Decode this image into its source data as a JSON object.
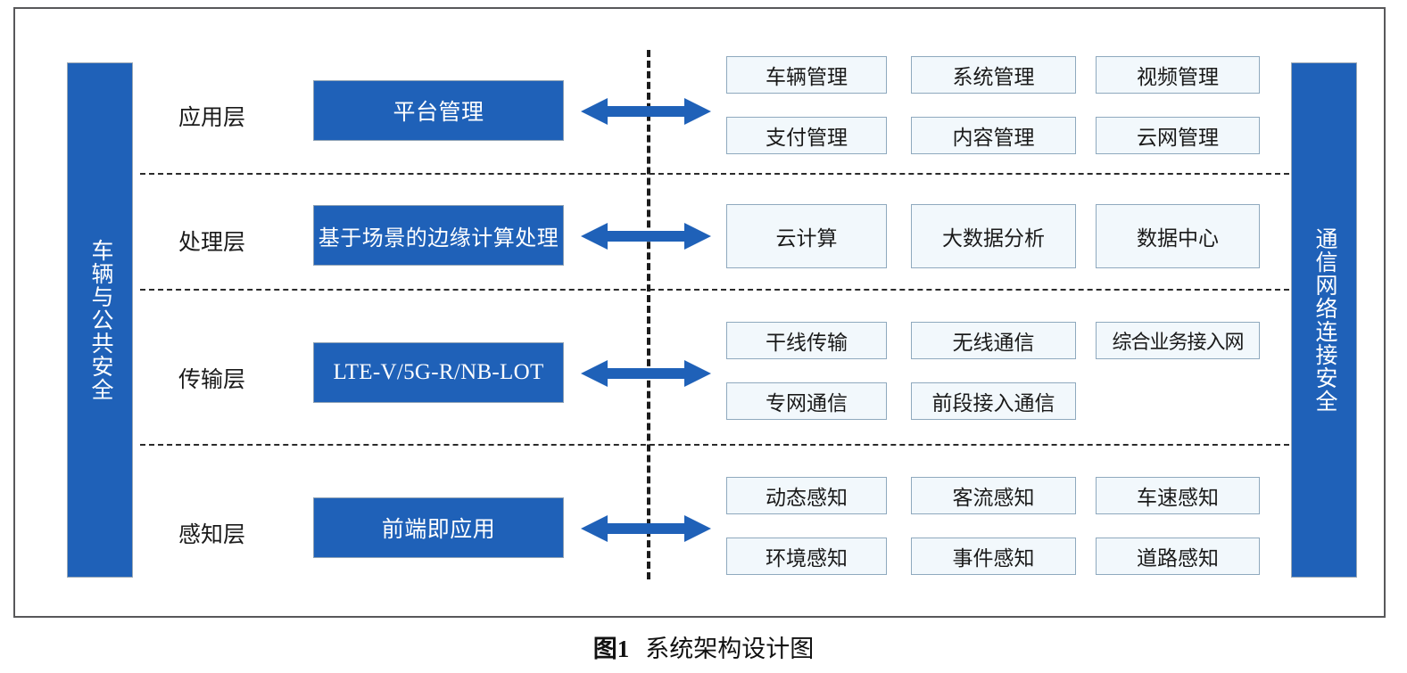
{
  "figure": {
    "caption_number": "图1",
    "caption_text": "系统架构设计图"
  },
  "sidebars": {
    "left": {
      "label": "车辆与公共安全"
    },
    "right": {
      "label": "通信网络连接安全"
    }
  },
  "colors": {
    "primary_blue": "#1F61B8",
    "light_box_fill": "#F2F8FC",
    "light_box_border": "#8FA9BE",
    "frame_border": "#58585A",
    "divider": "#1B1B1B"
  },
  "layers": [
    {
      "id": "application",
      "label": "应用层",
      "core_box": "平台管理",
      "arrow": "double-headed-arrow",
      "modules_row1": [
        "车辆管理",
        "系统管理",
        "视频管理"
      ],
      "modules_row2": [
        "支付管理",
        "内容管理",
        "云网管理"
      ]
    },
    {
      "id": "processing",
      "label": "处理层",
      "core_box": "基于场景的边缘计算处理",
      "arrow": "double-headed-arrow",
      "modules_row1": [
        "云计算",
        "大数据分析",
        "数据中心"
      ],
      "modules_row2": []
    },
    {
      "id": "transport",
      "label": "传输层",
      "core_box": "LTE-V/5G-R/NB-LOT",
      "arrow": "double-headed-arrow",
      "modules_row1": [
        "干线传输",
        "无线通信",
        "综合业务接入网"
      ],
      "modules_row2": [
        "专网通信",
        "前段接入通信"
      ]
    },
    {
      "id": "perception",
      "label": "感知层",
      "core_box": "前端即应用",
      "arrow": "double-headed-arrow",
      "modules_row1": [
        "动态感知",
        "客流感知",
        "车速感知"
      ],
      "modules_row2": [
        "环境感知",
        "事件感知",
        "道路感知"
      ]
    }
  ]
}
